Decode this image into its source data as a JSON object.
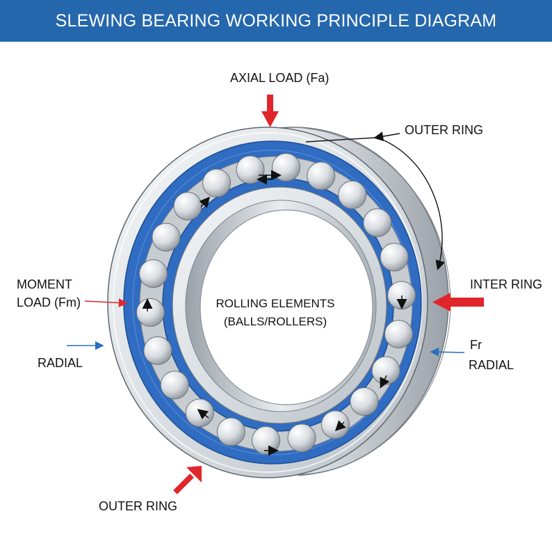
{
  "header": {
    "title": "SLEWING BEARING WORKING PRINCIPLE DIAGRAM"
  },
  "labels": {
    "axial_load": "AXIAL LOAD (Fa)",
    "outer_ring_top": "OUTER RING",
    "inter_ring": "INTER RING",
    "moment_line1": "MOMENT",
    "moment_line2": "LOAD (Fm)",
    "radial_left": "RADIAL",
    "fr": "Fr",
    "radial_right": "RADIAL",
    "rolling_line1": "ROLLING ELEMENTS",
    "rolling_line2": "(BALLS/ROLLERS)",
    "outer_ring_bottom": "OUTER RING"
  },
  "colors": {
    "header_bg": "#2567ad",
    "seal_blue": "#2f6cc2",
    "load_red": "#e0262b",
    "radial_blue": "#2a6fbf",
    "ring_silver": "#dfe3e7"
  }
}
